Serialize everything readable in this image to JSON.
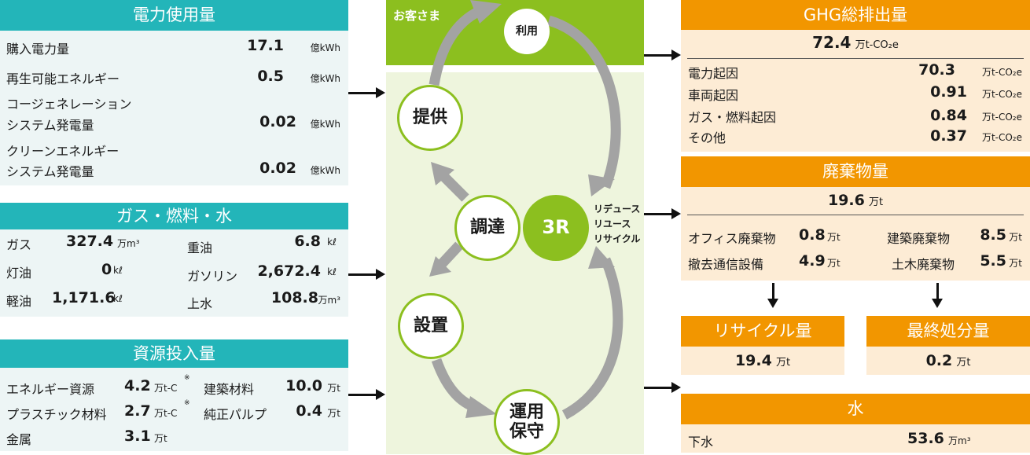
{
  "inputs": {
    "electricity": {
      "title": "電力使用量",
      "rows": [
        {
          "label": "購入電力量",
          "value": "17.1",
          "unit": "億kWh"
        },
        {
          "label": "再生可能エネルギー",
          "value": "0.5",
          "unit": "億kWh"
        },
        {
          "label_line1": "コージェネレーション",
          "label_line2": "システム発電量",
          "value": "0.02",
          "unit": "億kWh"
        },
        {
          "label_line1": "クリーンエネルギー",
          "label_line2": "システム発電量",
          "value": "0.02",
          "unit": "億kWh"
        }
      ]
    },
    "gas_fuel_water": {
      "title": "ガス・燃料・水",
      "rows": [
        {
          "label": "ガス",
          "value": "327.4",
          "unit": "万m³"
        },
        {
          "label": "灯油",
          "value": "0",
          "unit": "kℓ"
        },
        {
          "label": "軽油",
          "value": "1,171.6",
          "unit": "kℓ"
        },
        {
          "label": "重油",
          "value": "6.8",
          "unit": "kℓ"
        },
        {
          "label": "ガソリン",
          "value": "2,672.4",
          "unit": "kℓ"
        },
        {
          "label": "上水",
          "value": "108.8",
          "unit": "万m³"
        }
      ]
    },
    "resources": {
      "title": "資源投入量",
      "rows": [
        {
          "label": "エネルギー資源",
          "value": "4.2",
          "unit": "万t-C",
          "note": "※"
        },
        {
          "label": "プラスチック材料",
          "value": "2.7",
          "unit": "万t-C",
          "note": "※"
        },
        {
          "label": "金属",
          "value": "3.1",
          "unit": "万t"
        },
        {
          "label": "建築材料",
          "value": "10.0",
          "unit": "万t"
        },
        {
          "label": "純正パルプ",
          "value": "0.4",
          "unit": "万t"
        }
      ]
    }
  },
  "cycle": {
    "customer_label": "お客さま",
    "stages": {
      "use": "利用",
      "provide": "提供",
      "procure": "調達",
      "install": "設置",
      "operate_line1": "運用",
      "operate_line2": "保守",
      "three_r": "3R"
    },
    "three_r_items": [
      "リデュース",
      "リユース",
      "リサイクル"
    ],
    "colors": {
      "green": "#8cbf1f",
      "light_green": "#eef5dd",
      "arrow_gray": "#a3a3a3"
    }
  },
  "outputs": {
    "ghg": {
      "title": "GHG総排出量",
      "total_value": "72.4",
      "total_unit": "万t-CO₂e",
      "rows": [
        {
          "label": "電力起因",
          "value": "70.3",
          "unit": "万t-CO₂e"
        },
        {
          "label": "車両起因",
          "value": "0.91",
          "unit": "万t-CO₂e"
        },
        {
          "label": "ガス・燃料起因",
          "value": "0.84",
          "unit": "万t-CO₂e"
        },
        {
          "label": "その他",
          "value": "0.37",
          "unit": "万t-CO₂e"
        }
      ]
    },
    "waste": {
      "title": "廃棄物量",
      "total_value": "19.6",
      "total_unit": "万t",
      "rows": [
        {
          "label": "オフィス廃棄物",
          "value": "0.8",
          "unit": "万t"
        },
        {
          "label": "撤去通信設備",
          "value": "4.9",
          "unit": "万t"
        },
        {
          "label": "建築廃棄物",
          "value": "8.5",
          "unit": "万t"
        },
        {
          "label": "土木廃棄物",
          "value": "5.5",
          "unit": "万t"
        }
      ]
    },
    "recycle": {
      "title": "リサイクル量",
      "value": "19.4",
      "unit": "万t"
    },
    "final_disposal": {
      "title": "最終処分量",
      "value": "0.2",
      "unit": "万t"
    },
    "water": {
      "title": "水",
      "rows": [
        {
          "label": "下水",
          "value": "53.6",
          "unit": "万m³"
        }
      ]
    }
  },
  "colors": {
    "teal": "#23b5b9",
    "orange": "#f29600",
    "teal_bg": "#edf5f5",
    "orange_bg": "#fdecd5"
  }
}
